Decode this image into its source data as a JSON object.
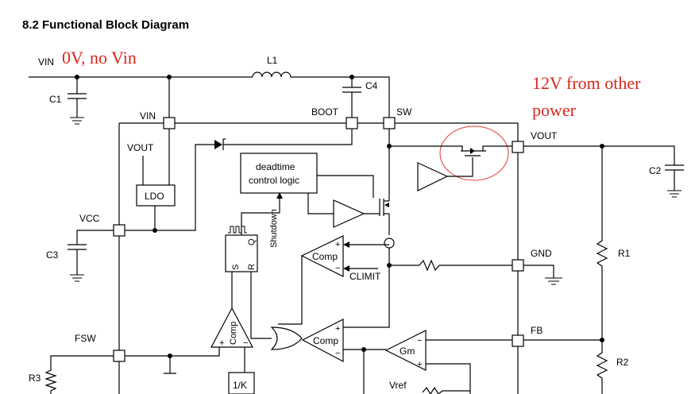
{
  "section_title": "8.2   Functional Block Diagram",
  "annotations": {
    "vin_note": "0V,  no Vin",
    "vout_note_line1": "12V from other",
    "vout_note_line2": "power",
    "color": "#d9261c"
  },
  "external_labels": {
    "vin_rail": "VIN",
    "c1": "C1",
    "l1": "L1",
    "c4": "C4",
    "c2": "C2",
    "c3": "C3",
    "r1": "R1",
    "r2": "R2",
    "r3": "R3"
  },
  "pins": {
    "vin": "VIN",
    "boot": "BOOT",
    "sw": "SW",
    "vout": "VOUT",
    "vcc": "VCC",
    "gnd": "GND",
    "fb": "FB",
    "fsw": "FSW"
  },
  "internal": {
    "vout_label": "VOUT",
    "ldo": "LDO",
    "deadtime_line1": "deadtime",
    "deadtime_line2": "control logic",
    "shutdown": "Shutdown",
    "latch_s": "S",
    "latch_r": "R",
    "latch_q": "Q",
    "comp1": "Comp",
    "comp2": "Comp",
    "comp3": "Comp",
    "climit": "CLIMIT",
    "gm": "Gm",
    "vref": "Vref",
    "div_k": "1/K",
    "plus": "+",
    "minus": "−"
  }
}
